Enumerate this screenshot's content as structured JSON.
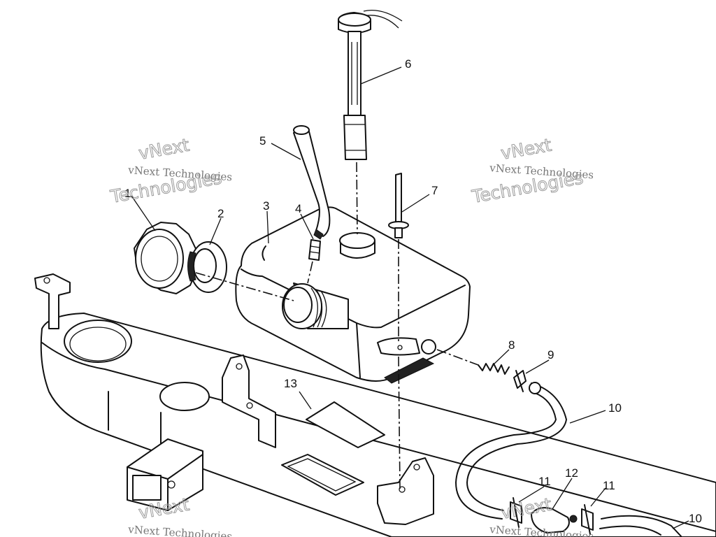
{
  "callouts": [
    "1",
    "2",
    "3",
    "4",
    "5",
    "6",
    "7",
    "8",
    "9",
    "10",
    "11",
    "12",
    "11",
    "10",
    "13"
  ],
  "watermark": {
    "company_line": "vNext Technologies",
    "brand_top": "vNext",
    "brand_bottom": "Technologies"
  }
}
